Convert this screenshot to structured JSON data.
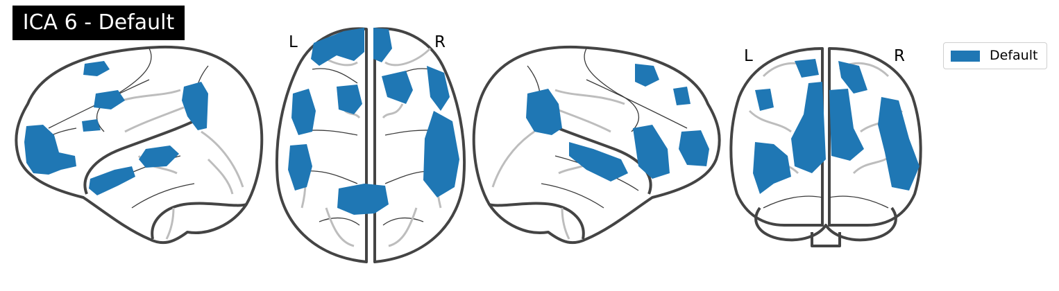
{
  "title": "ICA 6 - Default",
  "legend": {
    "label": "Default",
    "color": "#1f77b4"
  },
  "views": {
    "sagittal_left": {
      "left_label": "",
      "right_label": ""
    },
    "axial": {
      "left_label": "L",
      "right_label": "R"
    },
    "sagittal_right": {
      "left_label": "",
      "right_label": ""
    },
    "coronal": {
      "left_label": "L",
      "right_label": "R"
    }
  },
  "colors": {
    "outline": "#444444",
    "overlay": "#1f77b4",
    "background": "#ffffff"
  }
}
